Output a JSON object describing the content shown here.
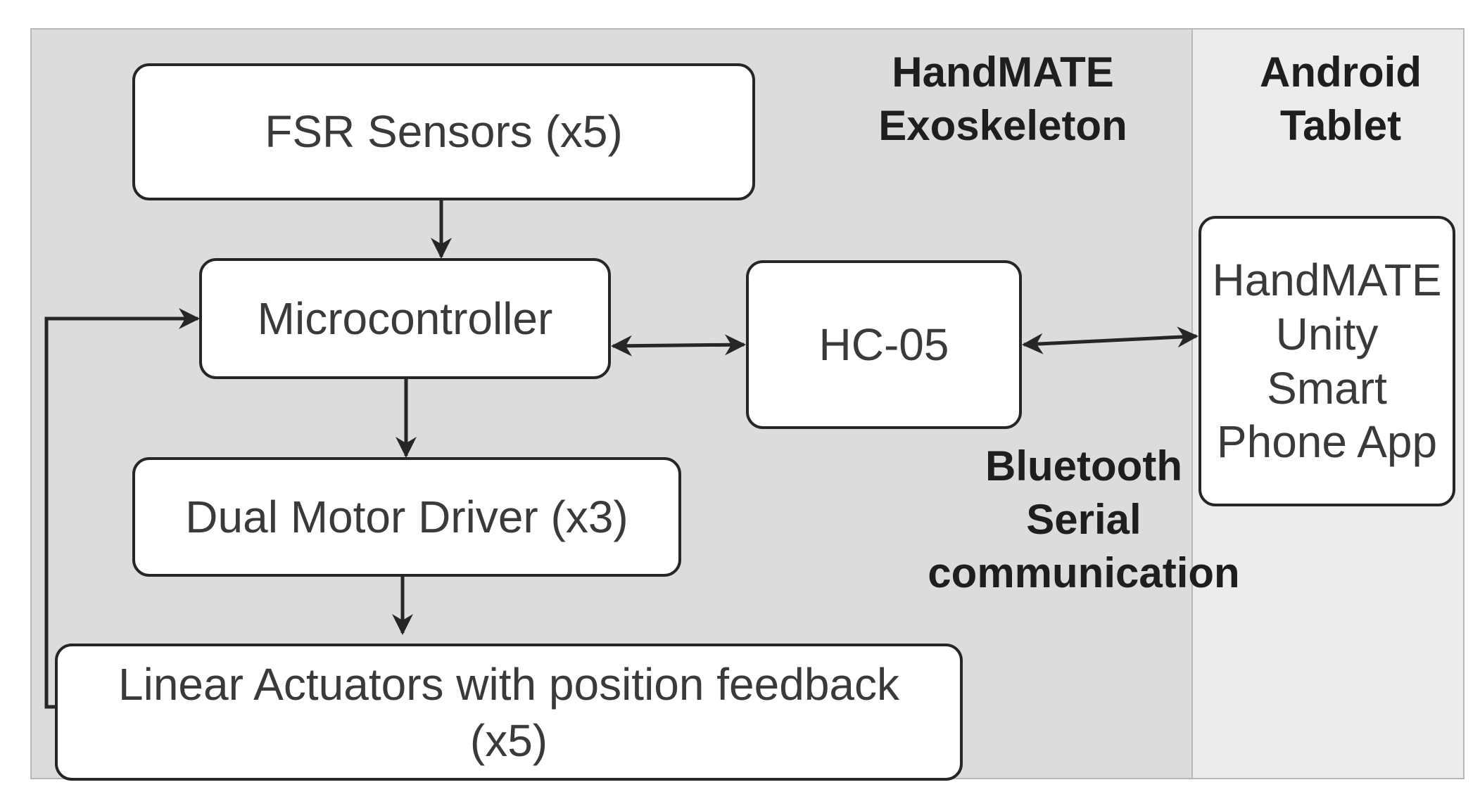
{
  "regions": {
    "exoskeleton": {
      "title_line1": "HandMATE",
      "title_line2": "Exoskeleton"
    },
    "tablet": {
      "title_line1": "Android",
      "title_line2": "Tablet"
    }
  },
  "nodes": {
    "fsr": "FSR Sensors (x5)",
    "mcu": "Microcontroller",
    "hc05": "HC-05",
    "driver": "Dual Motor Driver (x3)",
    "actuators_line1": "Linear Actuators with position feedback",
    "actuators_line2": "(x5)",
    "app_line1": "HandMATE",
    "app_line2": "Unity",
    "app_line3": "Smart",
    "app_line4": "Phone App"
  },
  "labels": {
    "bt_line1": "Bluetooth",
    "bt_line2": "Serial",
    "bt_line3": "communication"
  },
  "colors": {
    "exoskeleton_bg": "#dcdcdc",
    "tablet_bg": "#ececec",
    "stroke": "#262626"
  }
}
